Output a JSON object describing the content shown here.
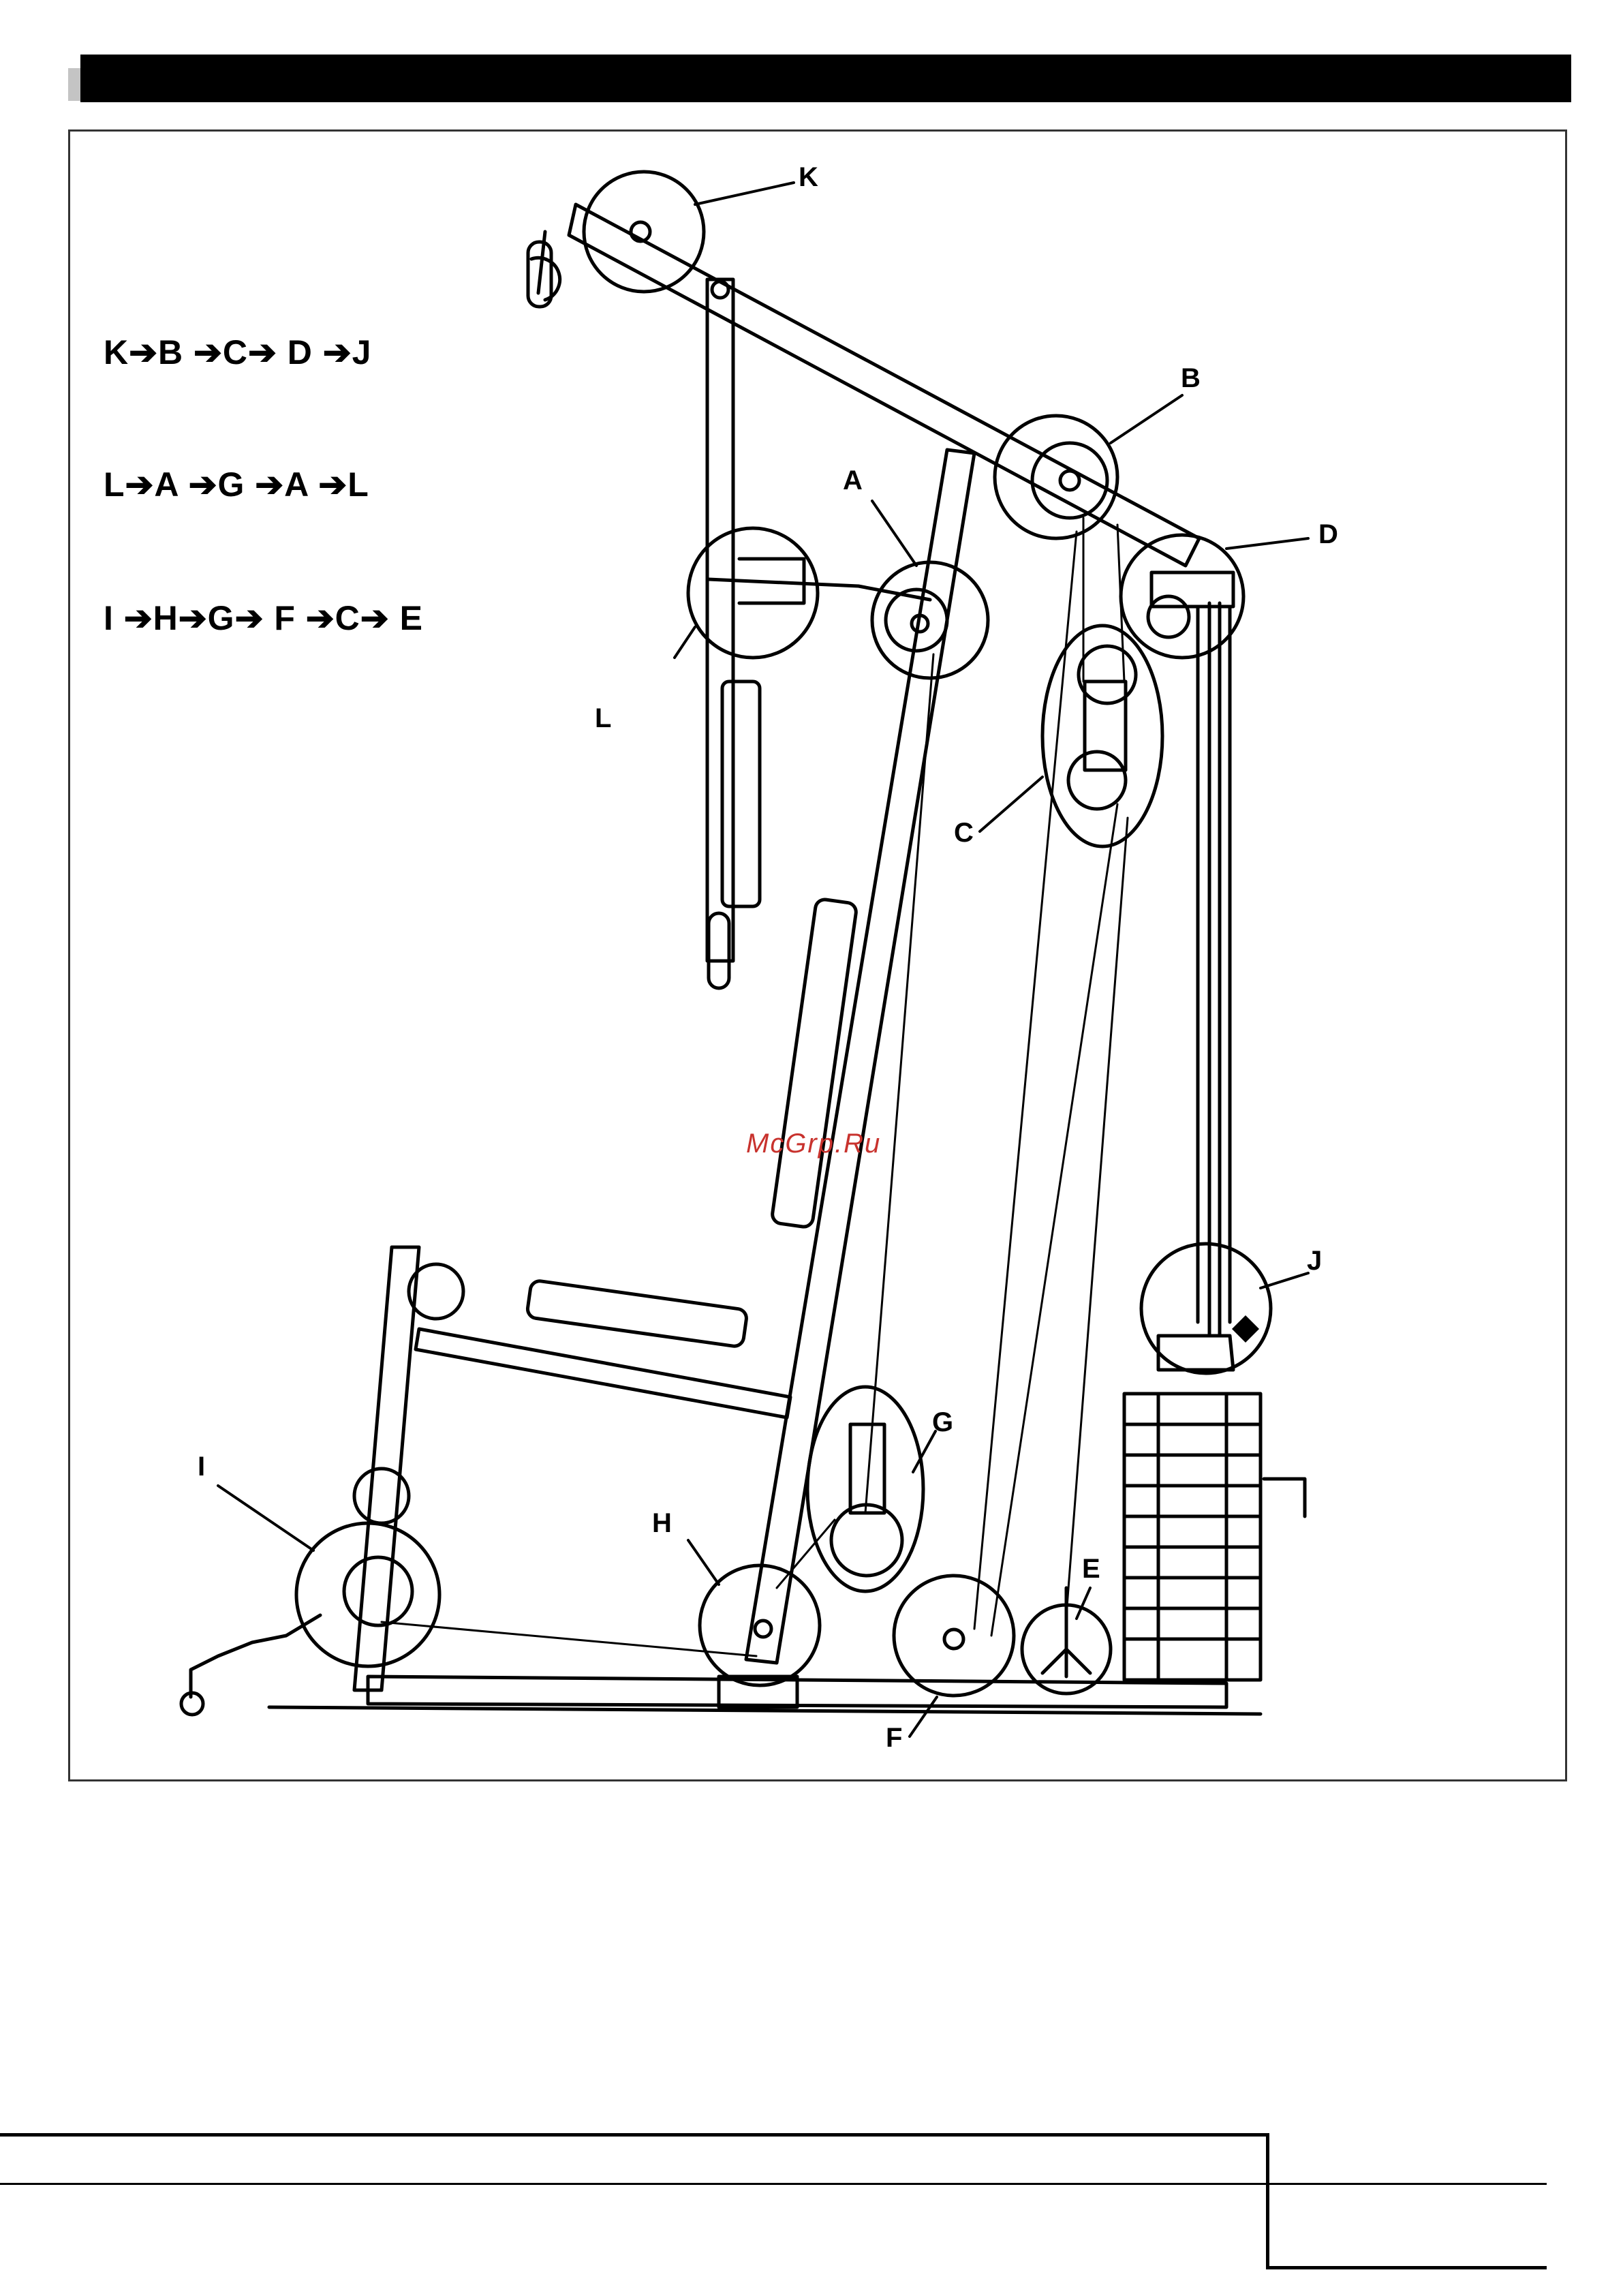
{
  "sequences": [
    "K➔B ➔C➔ D ➔J",
    "L➔A ➔G ➔A ➔L",
    "I ➔H➔G➔ F ➔C➔ E"
  ],
  "labels": {
    "K": "K",
    "B": "B",
    "A": "A",
    "D": "D",
    "C": "C",
    "L": "L",
    "J": "J",
    "G": "G",
    "H": "H",
    "I": "I",
    "E": "E",
    "F": "F"
  },
  "watermark": "McGrp.Ru"
}
